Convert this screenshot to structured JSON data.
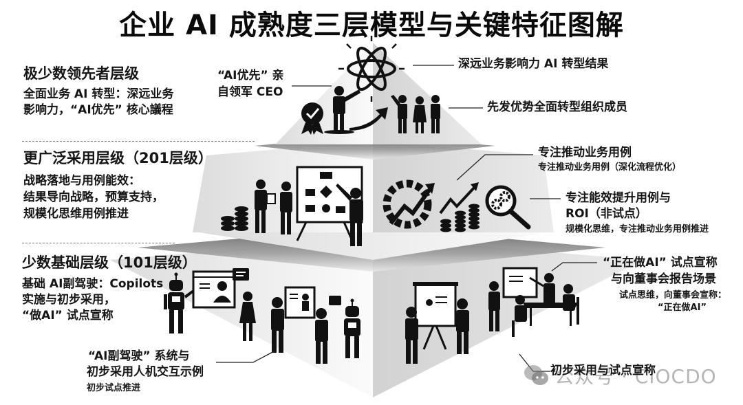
{
  "title": "企业 AI 成熟度三层模型与关键特征图解",
  "tiers": [
    {
      "id": "top",
      "name": "极少数领先者层级",
      "desc_lines": [
        "全面业务 AI 转型：深远业务",
        "影响力，“AI优先” 核心議程"
      ],
      "callouts_left": [
        {
          "lines": [
            "“AI优先” 亲",
            "自领军 CEO"
          ]
        }
      ],
      "callouts_right": [
        {
          "text": "深远业务影响力 AI 转型结果"
        },
        {
          "text": "先发优势全面转型组织成员"
        }
      ],
      "icons": [
        "atom-icon",
        "award-badge-icon",
        "ceo-pointing-icon",
        "arrow-up-right-icon",
        "team-members-icon"
      ]
    },
    {
      "id": "middle",
      "name": "更广泛采用层级（201层级）",
      "desc_lines": [
        "战略落地与用例能效：",
        "结果导向战略，预算支持，",
        "规模化思维用例推进"
      ],
      "callouts_right": [
        {
          "title": "专注推动业务用例",
          "sub": "专注推动业务用例（深化流程优化）"
        },
        {
          "title_lines": [
            "专注能效提升用例与",
            "ROI（非试点）"
          ],
          "sub": "规模化思维，专注推动业务用例推进"
        }
      ],
      "icons": [
        "coin-stack-icon",
        "flowchart-board-icon",
        "gear-growth-icon",
        "chart-up-icon",
        "magnifier-gears-icon"
      ]
    },
    {
      "id": "bottom",
      "name": "少数基础层级（101层级）",
      "desc_lines": [
        "基础 AI副驾驶：Copilots",
        "实施与初步采用，",
        "“做AI” 试点宣称"
      ],
      "callouts_left": [
        {
          "lines": [
            "“AI副驾驶” 系统与",
            "初步采用人机交互示例"
          ],
          "sub": "初步试点推进"
        }
      ],
      "callouts_right": [
        {
          "title_lines": [
            "“正在做AI” 试点宣称",
            "与向董事会报告场景"
          ],
          "sub_lines": [
            "试点思维，向董事会宣称：",
            "“正在做AI”"
          ]
        },
        {
          "text": "初步采用与试点宣称"
        }
      ],
      "icons": [
        "robot-icon",
        "video-call-icon",
        "presentation-icon",
        "boardroom-meeting-icon"
      ]
    }
  ],
  "watermark": "公众号 · CIOCDO",
  "colors": {
    "text": "#151515",
    "face_left": "#f4f4f4",
    "face_right": "#d9d9d9",
    "shadow": "#6d6d6d"
  }
}
